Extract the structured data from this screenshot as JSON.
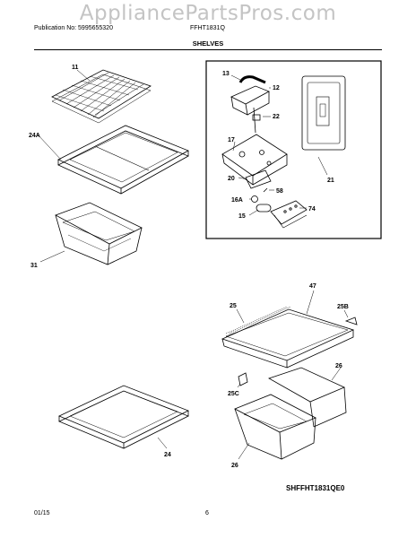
{
  "watermark": "AppliancePartsPros.com",
  "header": {
    "publication": "Publication No: 5995655320",
    "model": "FFHT1831Q"
  },
  "section_title": "SHELVES",
  "callouts": {
    "c11": "11",
    "c24a": "24A",
    "c31": "31",
    "c13": "13",
    "c12": "12",
    "c22": "22",
    "c17": "17",
    "c20": "20",
    "c58": "58",
    "c16a": "16A",
    "c15": "15",
    "c74": "74",
    "c21": "21",
    "c47": "47",
    "c25": "25",
    "c25b": "25B",
    "c26a": "26",
    "c25c": "25C",
    "c26b": "26",
    "c24": "24"
  },
  "diagram_code": "SHFFHT1831QE0",
  "footer": {
    "date": "01/15",
    "page": "6"
  }
}
